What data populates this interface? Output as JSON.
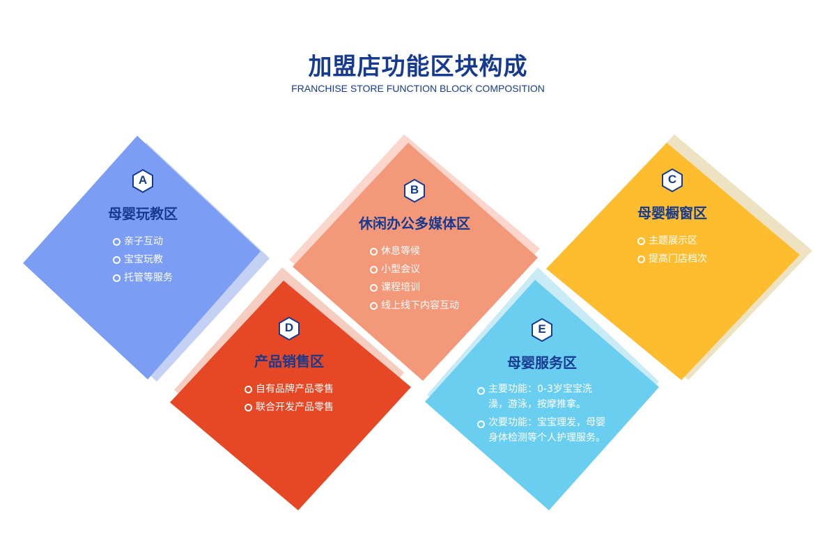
{
  "header": {
    "title": "加盟店功能区块构成",
    "subtitle": "FRANCHISE STORE FUNCTION BLOCK COMPOSITION"
  },
  "colors": {
    "title": "#163a8f",
    "block_a": "#7b9ef4",
    "block_a_shadow": "#c5d1f4",
    "block_b": "#f39879",
    "block_b_shadow": "#fbd6cc",
    "block_c": "#fdbd2f",
    "block_c_shadow": "#ede2c2",
    "block_d": "#e64826",
    "block_d_shadow": "#f6cdc1",
    "block_e": "#6acef0",
    "block_e_shadow": "#c8ebf6"
  },
  "blocks": [
    {
      "letter": "A",
      "title": "母婴玩教区",
      "items": [
        "亲子互动",
        "宝宝玩教",
        "托管等服务"
      ]
    },
    {
      "letter": "B",
      "title": "休闲办公多媒体区",
      "items": [
        "休息等候",
        "小型会议",
        "课程培训",
        "线上线下内容互动"
      ]
    },
    {
      "letter": "C",
      "title": "母婴橱窗区",
      "items": [
        "主题展示区",
        "提高门店档次"
      ]
    },
    {
      "letter": "D",
      "title": "产品销售区",
      "items": [
        "自有品牌产品零售",
        "联合开发产品零售"
      ]
    },
    {
      "letter": "E",
      "title": "母婴服务区",
      "items": [
        "主要功能：0-3岁宝宝洗澡，游泳，按摩推拿。",
        "次要功能：宝宝理发，母婴身体检测等个人护理服务。"
      ]
    }
  ]
}
